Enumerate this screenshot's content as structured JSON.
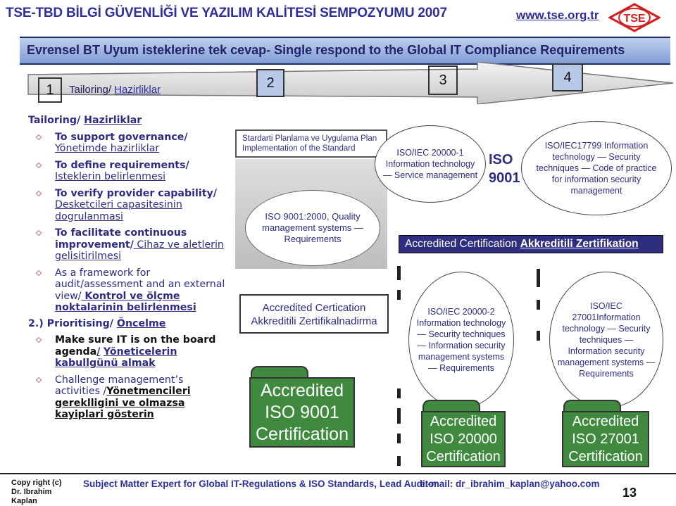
{
  "header": {
    "title": "TSE-TBD BİLGİ GÜVENLİĞİ VE YAZILIM KALİTESİ SEMPOZYUMU 2007",
    "url": "www.tse.org.tr",
    "logo_text": "TSE"
  },
  "banner": {
    "text": "Evrensel BT Uyum isteklerine tek cevap- Single respond  to the Global  IT Compliance Requirements"
  },
  "steps": {
    "one": "1",
    "two": "2",
    "three": "3",
    "four": "4",
    "tailoring_prefix": "Tailoring/ ",
    "tailoring_link": "Hazirliklar"
  },
  "left": {
    "heading_prefix": "Tailoring/ ",
    "heading_link": "Hazirliklar",
    "items": [
      {
        "a": "To support governance/",
        "b": "Yönetimde hazirliklar"
      },
      {
        "a": "To define requirements/",
        "b": "Isteklerin belirlenmesi"
      },
      {
        "a": "To verify provider capability/",
        "b": " Desketcileri capasitesinin dogrulanmasi"
      },
      {
        "a": "To facilitate continuous improvement/",
        "b": " Cihaz ve aletlerin gelisitirilmesi"
      },
      {
        "a": "As a framework for audit/assessment and an external view/",
        "b": " Kontrol ve ölçme noktalarinin belirlenmesi"
      }
    ],
    "section2_prefix": "2.) Prioritising/ ",
    "section2_link": "Öncelme",
    "items2": [
      {
        "a": "Make sure IT is on the board agenda",
        "b": "/",
        "c": "Yöneticelerin kabullgünü almak"
      },
      {
        "a": "Challenge management’s activities /",
        "b": "Yönetmencileri gereklligini ve olmazsa kayiplari gösterin"
      }
    ]
  },
  "center": {
    "standard_box": "Stardarti  Planlama ve Uygulama Plan Implementation of the Standard",
    "iso9001_req": "ISO 9001:2000, Quality management systems — Requirements",
    "accredited_box": "Accredited Certication Akkreditili Zertifikalnadirma",
    "cert_9001": "Accredited ISO 9001 Certification"
  },
  "right": {
    "iso20000_1": "ISO/IEC 20000-1 Information technology — Service management",
    "iso9001_label": "ISO 9001",
    "iso17799": "ISO/IEC17799 Information technology — Security techniques — Code of practice for information security management",
    "accr_prefix": "Accredited Certification ",
    "accr_bold": "Akkreditili Zertifikation",
    "iso20000_2": "ISO/IEC 20000-2 Information technology — Security techniques — Information security management systems — Requirements",
    "iso27001": "ISO/IEC 27001Information technology — Security techniques — Information security management systems — Requirements",
    "cert_20000": "Accredited ISO 20000 Certification",
    "cert_27001": "Accredited ISO 27001 Certification"
  },
  "footer": {
    "copy_line1": "Copy right (c)",
    "copy_line2": "Dr. Ibrahim",
    "copy_line3": "Kaplan",
    "subject": "Subject Matter Expert for Global IT-Regulations & ISO Standards, Lead Auditor",
    "email": "e.-mail: dr_ibrahim_kaplan@yahoo.com",
    "page": "13"
  },
  "colors": {
    "title_blue": "#2e2e9e",
    "text_navy": "#2d2d86",
    "cert_green": "#3f8a3f",
    "banner_blue": "#7f9dd4",
    "logo_red": "#d02020"
  }
}
